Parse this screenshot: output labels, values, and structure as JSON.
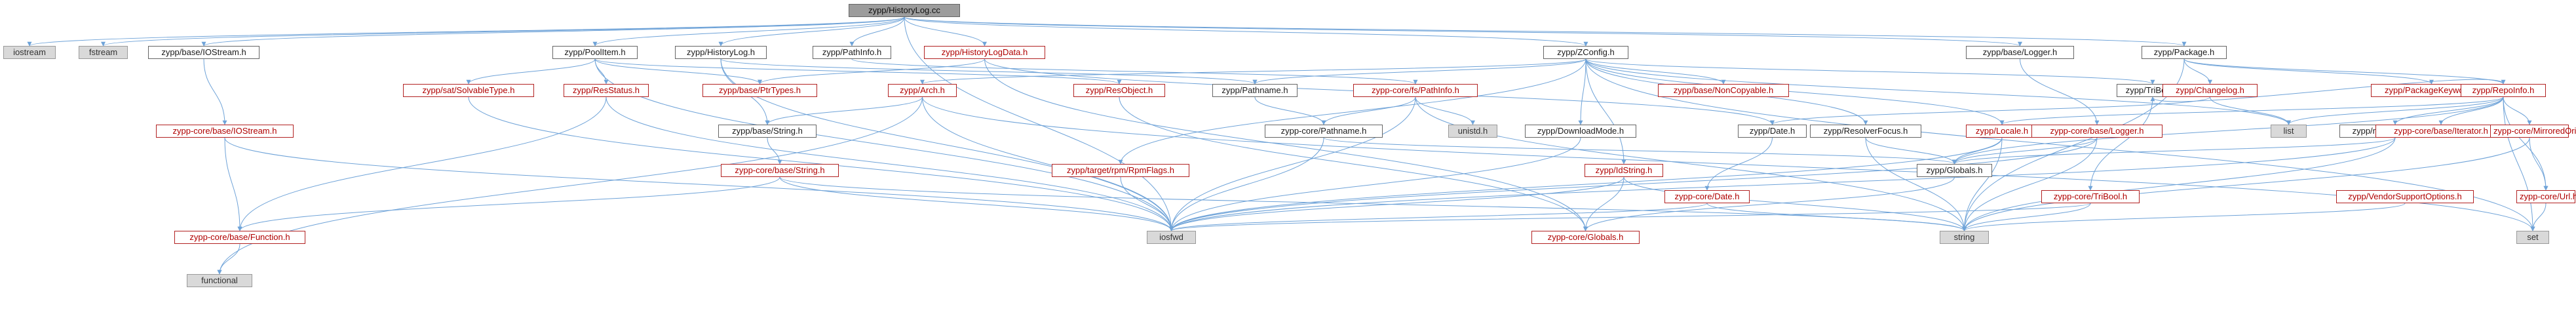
{
  "diagram": {
    "colors": {
      "edge": "#6fa3d8",
      "documented_node_border": "#666666",
      "undocumented_node_text": "#b00000",
      "undocumented_node_border": "#b22222",
      "system_node_fill": "#d9d9d9",
      "root_node_fill": "#9c9c9c"
    },
    "nodes": {
      "root": {
        "label": "zypp/HistoryLog.cc",
        "kind": "root"
      },
      "iostream": {
        "label": "iostream",
        "kind": "sys"
      },
      "fstream": {
        "label": "fstream",
        "kind": "sys"
      },
      "base_iostream": {
        "label": "zypp/base/IOStream.h",
        "kind": "doc"
      },
      "poolitem": {
        "label": "zypp/PoolItem.h",
        "kind": "doc"
      },
      "historylog_h": {
        "label": "zypp/HistoryLog.h",
        "kind": "doc"
      },
      "pathinfo": {
        "label": "zypp/PathInfo.h",
        "kind": "doc"
      },
      "historylogdata": {
        "label": "zypp/HistoryLogData.h",
        "kind": "red"
      },
      "zconfig": {
        "label": "zypp/ZConfig.h",
        "kind": "doc"
      },
      "base_logger": {
        "label": "zypp/base/Logger.h",
        "kind": "doc"
      },
      "package": {
        "label": "zypp/Package.h",
        "kind": "doc"
      },
      "solvabletype": {
        "label": "zypp/sat/SolvableType.h",
        "kind": "red"
      },
      "resstatus": {
        "label": "zypp/ResStatus.h",
        "kind": "red"
      },
      "ptrtypes": {
        "label": "zypp/base/PtrTypes.h",
        "kind": "red"
      },
      "arch": {
        "label": "zypp/Arch.h",
        "kind": "red"
      },
      "resobject": {
        "label": "zypp/ResObject.h",
        "kind": "red"
      },
      "pathname": {
        "label": "zypp/Pathname.h",
        "kind": "doc"
      },
      "core_pathinfo": {
        "label": "zypp-core/fs/PathInfo.h",
        "kind": "red"
      },
      "noncopyable": {
        "label": "zypp/base/NonCopyable.h",
        "kind": "red"
      },
      "tribool": {
        "label": "zypp/TriBool.h",
        "kind": "doc"
      },
      "changelog": {
        "label": "zypp/Changelog.h",
        "kind": "red"
      },
      "packagekeyword": {
        "label": "zypp/PackageKeyword.h",
        "kind": "red"
      },
      "repoinfo": {
        "label": "zypp/RepoInfo.h",
        "kind": "red"
      },
      "core_iostream": {
        "label": "zypp-core/base/IOStream.h",
        "kind": "red"
      },
      "base_string": {
        "label": "zypp/base/String.h",
        "kind": "doc"
      },
      "core_pathname": {
        "label": "zypp-core/Pathname.h",
        "kind": "doc"
      },
      "unistd": {
        "label": "unistd.h",
        "kind": "sys"
      },
      "downloadmode": {
        "label": "zypp/DownloadMode.h",
        "kind": "doc"
      },
      "date": {
        "label": "zypp/Date.h",
        "kind": "doc"
      },
      "resolverfocus": {
        "label": "zypp/ResolverFocus.h",
        "kind": "doc"
      },
      "locale": {
        "label": "zypp/Locale.h",
        "kind": "red"
      },
      "core_logger": {
        "label": "zypp-core/base/Logger.h",
        "kind": "red"
      },
      "list": {
        "label": "list",
        "kind": "sys"
      },
      "repotype": {
        "label": "zypp/repo/RepoType.h",
        "kind": "doc"
      },
      "core_iterator": {
        "label": "zypp-core/base/Iterator.h",
        "kind": "red"
      },
      "mirroredorigin": {
        "label": "zypp-core/MirroredOrigin.h",
        "kind": "red"
      },
      "core_string": {
        "label": "zypp-core/base/String.h",
        "kind": "red"
      },
      "globals": {
        "label": "zypp/Globals.h",
        "kind": "doc"
      },
      "rpmflags": {
        "label": "zypp/target/rpm/RpmFlags.h",
        "kind": "red"
      },
      "idstring": {
        "label": "zypp/IdString.h",
        "kind": "red"
      },
      "core_date": {
        "label": "zypp-core/Date.h",
        "kind": "red"
      },
      "core_tribool": {
        "label": "zypp-core/TriBool.h",
        "kind": "red"
      },
      "vendorsupport": {
        "label": "zypp/VendorSupportOptions.h",
        "kind": "red"
      },
      "core_url": {
        "label": "zypp-core/Url.h",
        "kind": "red"
      },
      "core_function": {
        "label": "zypp-core/base/Function.h",
        "kind": "red"
      },
      "iosfwd": {
        "label": "iosfwd",
        "kind": "sys"
      },
      "core_globals": {
        "label": "zypp-core/Globals.h",
        "kind": "red"
      },
      "string": {
        "label": "string",
        "kind": "sys"
      },
      "set": {
        "label": "set",
        "kind": "sys"
      },
      "functional": {
        "label": "functional",
        "kind": "sys"
      }
    },
    "edges": [
      [
        "root",
        "iostream"
      ],
      [
        "root",
        "fstream"
      ],
      [
        "root",
        "base_iostream"
      ],
      [
        "root",
        "poolitem"
      ],
      [
        "root",
        "historylog_h"
      ],
      [
        "root",
        "pathinfo"
      ],
      [
        "root",
        "historylogdata"
      ],
      [
        "root",
        "zconfig"
      ],
      [
        "root",
        "base_logger"
      ],
      [
        "root",
        "package"
      ],
      [
        "root",
        "iosfwd"
      ],
      [
        "base_iostream",
        "core_iostream"
      ],
      [
        "poolitem",
        "solvabletype"
      ],
      [
        "poolitem",
        "resstatus"
      ],
      [
        "poolitem",
        "ptrtypes"
      ],
      [
        "poolitem",
        "resobject"
      ],
      [
        "poolitem",
        "iosfwd"
      ],
      [
        "historylog_h",
        "pathname"
      ],
      [
        "historylog_h",
        "iosfwd"
      ],
      [
        "historylog_h",
        "base_string"
      ],
      [
        "pathinfo",
        "core_pathinfo"
      ],
      [
        "historylogdata",
        "date"
      ],
      [
        "historylogdata",
        "core_globals"
      ],
      [
        "historylogdata",
        "ptrtypes"
      ],
      [
        "zconfig",
        "arch"
      ],
      [
        "zypp_unused",
        "zypp_unused"
      ],
      [
        "zconfig",
        "noncopyable"
      ],
      [
        "zconfig",
        "tribool"
      ],
      [
        "zconfig",
        "downloadmode"
      ],
      [
        "zconfig",
        "resolverfocus"
      ],
      [
        "zconfig",
        "locale"
      ],
      [
        "zconfig",
        "rpmflags"
      ],
      [
        "zconfig",
        "idstring"
      ],
      [
        "zconfig",
        "pathname"
      ],
      [
        "zconfig",
        "list"
      ],
      [
        "zconfig",
        "set"
      ],
      [
        "base_logger",
        "core_logger"
      ],
      [
        "package",
        "changelog"
      ],
      [
        "package",
        "packagekeyword"
      ],
      [
        "package",
        "repoinfo"
      ],
      [
        "package",
        "string"
      ],
      [
        "core_iostream",
        "core_function"
      ],
      [
        "core_iostream",
        "iosfwd"
      ],
      [
        "solvabletype",
        "iosfwd"
      ],
      [
        "resstatus",
        "iosfwd"
      ],
      [
        "resstatus",
        "core_function"
      ],
      [
        "arch",
        "iosfwd"
      ],
      [
        "arch",
        "functional"
      ],
      [
        "arch",
        "base_string"
      ],
      [
        "arch",
        "set"
      ],
      [
        "resobject",
        "core_globals"
      ],
      [
        "pathname",
        "core_pathname"
      ],
      [
        "core_pathinfo",
        "core_pathname"
      ],
      [
        "core_pathinfo",
        "unistd"
      ],
      [
        "core_pathinfo",
        "string"
      ],
      [
        "core_pathinfo",
        "iosfwd"
      ],
      [
        "tribool",
        "core_tribool"
      ],
      [
        "changelog",
        "list"
      ],
      [
        "changelog",
        "date"
      ],
      [
        "repoinfo",
        "list"
      ],
      [
        "repoinfo",
        "set"
      ],
      [
        "repoinfo",
        "repotype"
      ],
      [
        "repoinfo",
        "core_iterator"
      ],
      [
        "repoinfo",
        "mirroredorigin"
      ],
      [
        "repoinfo",
        "locale"
      ],
      [
        "repoinfo",
        "tribool"
      ],
      [
        "repoinfo",
        "core_url"
      ],
      [
        "repoinfo",
        "globals"
      ],
      [
        "base_string",
        "core_string"
      ],
      [
        "core_pathname",
        "iosfwd"
      ],
      [
        "core_pathname",
        "globals"
      ],
      [
        "downloadmode",
        "iosfwd"
      ],
      [
        "date",
        "core_date"
      ],
      [
        "resolverfocus",
        "globals"
      ],
      [
        "resolverfocus",
        "string"
      ],
      [
        "locale",
        "globals"
      ],
      [
        "locale",
        "iosfwd"
      ],
      [
        "locale",
        "string"
      ],
      [
        "core_logger",
        "globals"
      ],
      [
        "core_logger",
        "string"
      ],
      [
        "core_logger",
        "iosfwd"
      ],
      [
        "repotype",
        "globals"
      ],
      [
        "repotype",
        "string"
      ],
      [
        "repotype",
        "iosfwd"
      ],
      [
        "mirroredorigin",
        "core_url"
      ],
      [
        "mirroredorigin",
        "string"
      ],
      [
        "core_string",
        "core_function"
      ],
      [
        "core_string",
        "iosfwd"
      ],
      [
        "core_string",
        "string"
      ],
      [
        "globals",
        "core_globals"
      ],
      [
        "rpmflags",
        "iosfwd"
      ],
      [
        "idstring",
        "iosfwd"
      ],
      [
        "idstring",
        "string"
      ],
      [
        "idstring",
        "core_globals"
      ],
      [
        "core_date",
        "iosfwd"
      ],
      [
        "core_date",
        "string"
      ],
      [
        "core_tribool",
        "iosfwd"
      ],
      [
        "core_tribool",
        "string"
      ],
      [
        "vendorsupport",
        "string"
      ],
      [
        "core_url",
        "set"
      ],
      [
        "core_function",
        "functional"
      ]
    ]
  }
}
